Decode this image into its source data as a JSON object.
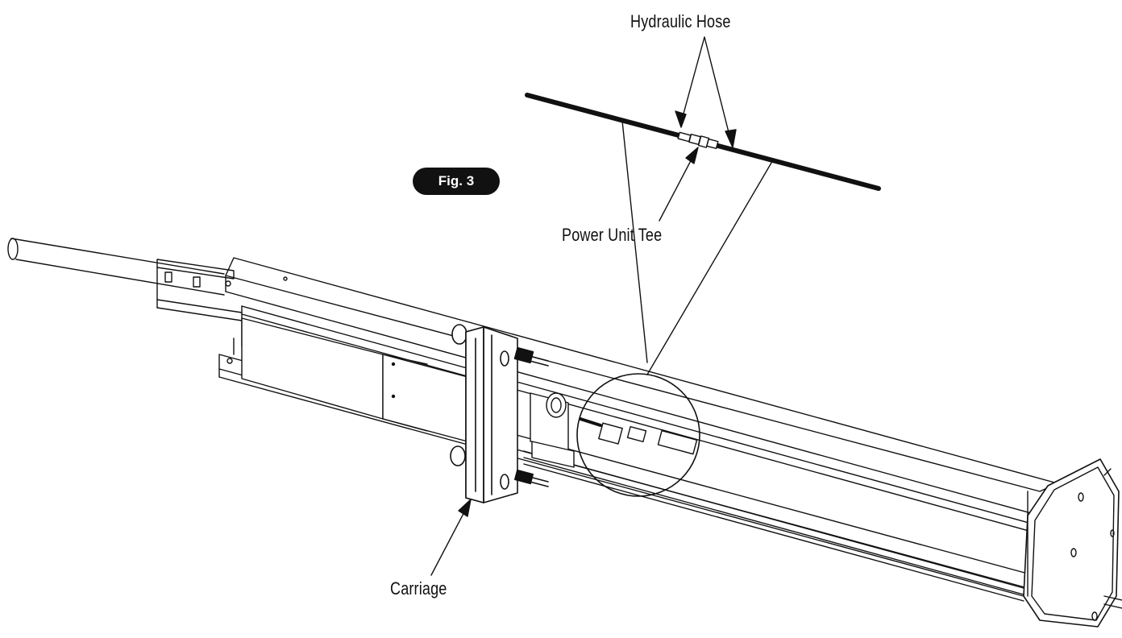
{
  "figure": {
    "badge": "Fig. 3"
  },
  "callouts": {
    "hydraulic_hose": "Hydraulic Hose",
    "power_unit_tee": "Power Unit Tee",
    "carriage": "Carriage"
  },
  "colors": {
    "line": "#111111",
    "background": "#ffffff"
  }
}
